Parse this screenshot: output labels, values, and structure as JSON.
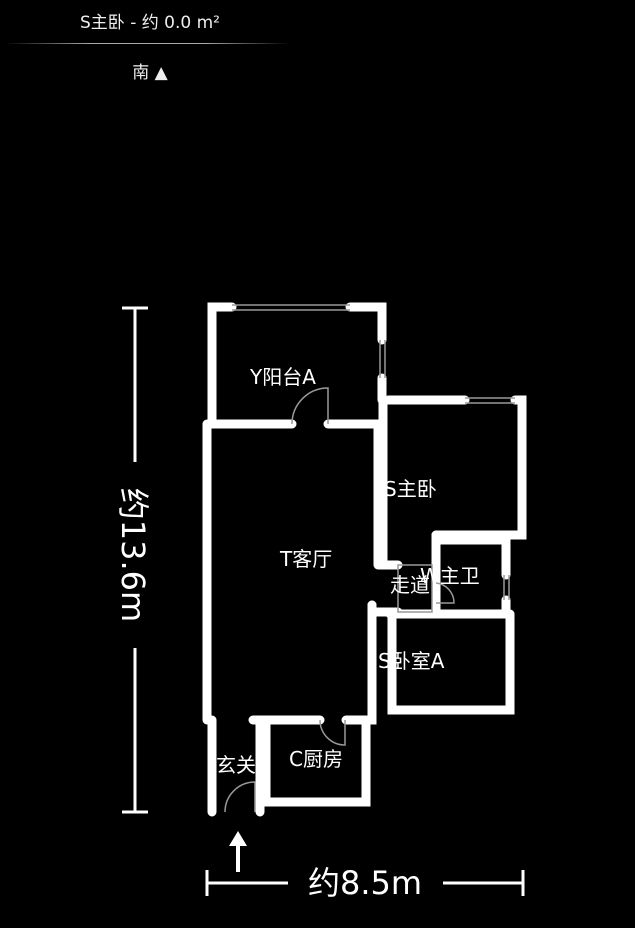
{
  "header": {
    "title": "S主卧 - 约 0.0 m²",
    "direction": "南 ▲"
  },
  "rooms": {
    "balcony": "Y阳台A",
    "living": "T客厅",
    "master_bedroom": "S主卧",
    "hallway": "走道",
    "master_bath": "W主卫",
    "bedroom_a": "S卧室A",
    "kitchen": "C厨房",
    "entrance": "玄关"
  },
  "dimensions": {
    "height": "约13.6m",
    "width": "约8.5m"
  },
  "icons": {
    "entry": "arrow-up-icon"
  }
}
